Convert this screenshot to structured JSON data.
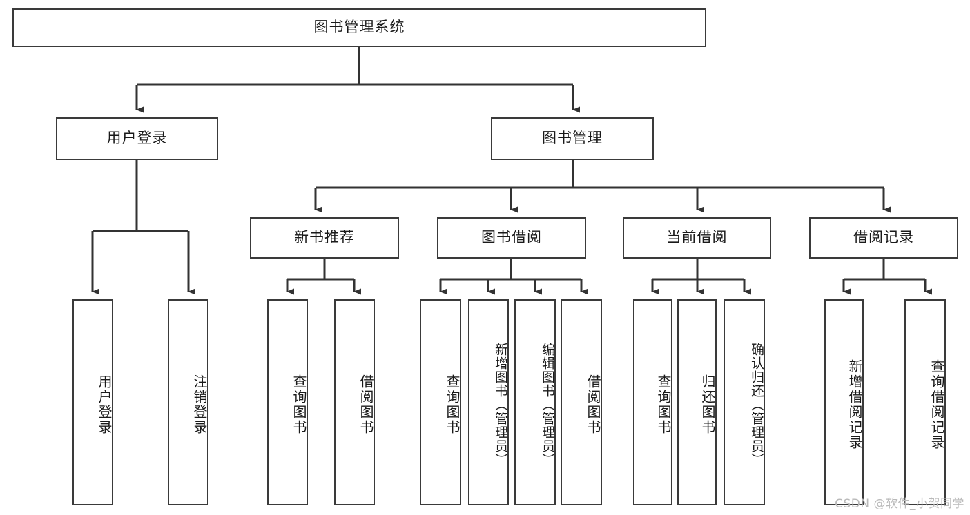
{
  "diagram": {
    "title": "图书管理系统",
    "type": "tree",
    "root": {
      "id": "root",
      "label": "图书管理系统"
    },
    "level2": [
      {
        "id": "user-login",
        "label": "用户登录"
      },
      {
        "id": "book-manage",
        "label": "图书管理"
      }
    ],
    "level3": [
      {
        "id": "new-book-recommend",
        "label": "新书推荐"
      },
      {
        "id": "book-borrow",
        "label": "图书借阅"
      },
      {
        "id": "current-borrow",
        "label": "当前借阅"
      },
      {
        "id": "borrow-record",
        "label": "借阅记录"
      }
    ],
    "leaves": {
      "user_login": [
        {
          "id": "leaf-user-login",
          "label": "用户登录"
        },
        {
          "id": "leaf-logout-login",
          "label": "注销登录"
        }
      ],
      "new_book_recommend": [
        {
          "id": "leaf-query-book-1",
          "label": "查询图书"
        },
        {
          "id": "leaf-borrow-book-1",
          "label": "借阅图书"
        }
      ],
      "book_borrow": [
        {
          "id": "leaf-query-book-2",
          "label": "查询图书"
        },
        {
          "id": "leaf-add-book",
          "label": "新增图书（管理员）"
        },
        {
          "id": "leaf-edit-book",
          "label": "编辑图书（管理员）"
        },
        {
          "id": "leaf-borrow-book-2",
          "label": "借阅图书"
        }
      ],
      "current_borrow": [
        {
          "id": "leaf-query-book-3",
          "label": "查询图书"
        },
        {
          "id": "leaf-return-book",
          "label": "归还图书"
        },
        {
          "id": "leaf-confirm-return",
          "label": "确认归还（管理员）"
        }
      ],
      "borrow_record": [
        {
          "id": "leaf-add-record",
          "label": "新增借阅记录"
        },
        {
          "id": "leaf-query-record",
          "label": "查询借阅记录"
        }
      ]
    },
    "colors": {
      "border": "#3a3a3a",
      "text": "#1a1a1a",
      "background": "#ffffff",
      "edge": "#333333",
      "watermark": "#b9b9b9"
    }
  },
  "watermark": {
    "text": "CSDN @软件_小贺同学"
  }
}
